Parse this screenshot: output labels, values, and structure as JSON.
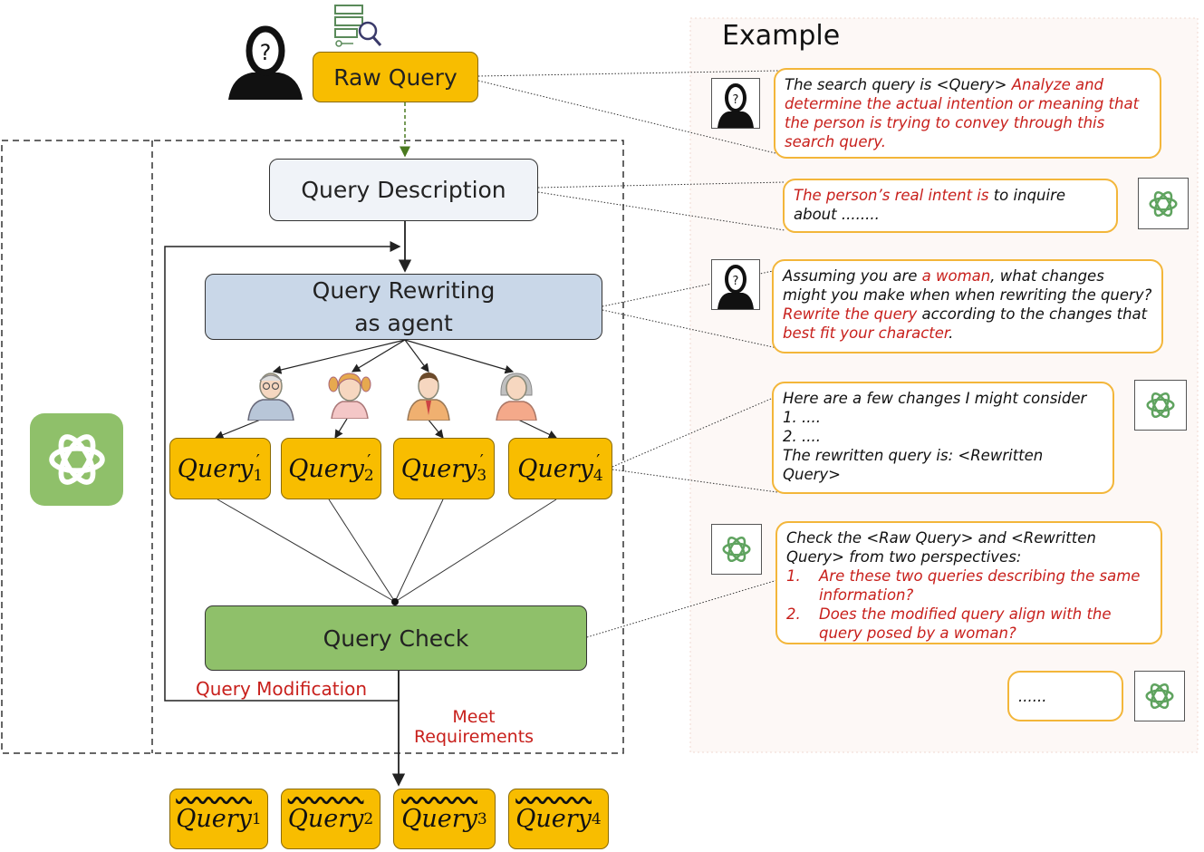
{
  "title": "Example",
  "raw_query": "Raw Query",
  "query_description": "Query Description",
  "rewriting": {
    "line1": "Query Rewriting",
    "line2": "as agent"
  },
  "query_check": "Query Check",
  "query_modification": "Query Modification",
  "meet_requirements": {
    "line1": "Meet",
    "line2": "Requirements"
  },
  "queries_rewritten": [
    {
      "base": "Query",
      "prime": "′",
      "sub": "1"
    },
    {
      "base": "Query",
      "prime": "′",
      "sub": "2"
    },
    {
      "base": "Query",
      "prime": "′",
      "sub": "3"
    },
    {
      "base": "Query",
      "prime": "′",
      "sub": "4"
    }
  ],
  "queries_final": [
    {
      "base": "Query",
      "sup": "1"
    },
    {
      "base": "Query",
      "sup": "2"
    },
    {
      "base": "Query",
      "sup": "3"
    },
    {
      "base": "Query",
      "sup": "4"
    }
  ],
  "bubbles": {
    "b1": {
      "pre": "The search query is <Query> ",
      "red": "Analyze and determine the actual intention or meaning that the person is trying to convey through this search query."
    },
    "b2": {
      "red": "The person’s real intent is",
      "post": " to inquire about ........"
    },
    "b3": {
      "t1": "Assuming you are ",
      "r1": "a woman",
      "t2": ", what changes might you make when when rewriting the query? ",
      "r2": "Rewrite the query",
      "t3": " according to the changes that ",
      "r3": "best fit your character",
      "t4": "."
    },
    "b4": {
      "line1": "Here are a few changes I might consider",
      "line2": "1.    ....",
      "line3": "2.    ....",
      "line4": "The rewritten query is: <Rewritten Query>"
    },
    "b5": {
      "intro": "Check the <Raw Query> and <Rewritten Query> from two perspectives:",
      "i1n": "1.",
      "i1": "Are these two queries describing the same information?",
      "i2n": "2.",
      "i2": "Does the modified query align with the query posed by a woman?"
    },
    "b6": {
      "text": "......"
    }
  },
  "colors": {
    "orange": "#f8bd00",
    "green": "#8fc06a",
    "blue": "#c9d7e8",
    "red": "#c8201c",
    "bubble_border": "#f3b63a"
  }
}
